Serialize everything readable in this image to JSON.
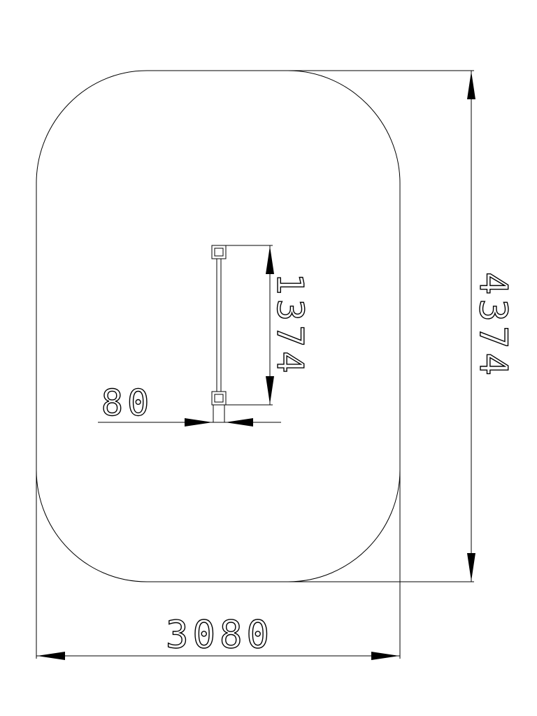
{
  "drawing": {
    "dimensions": {
      "overall_width": "3080",
      "overall_height": "4374",
      "bar_length": "1374",
      "post_width": "80"
    },
    "line_color": "#000000",
    "background_color": "#ffffff"
  }
}
